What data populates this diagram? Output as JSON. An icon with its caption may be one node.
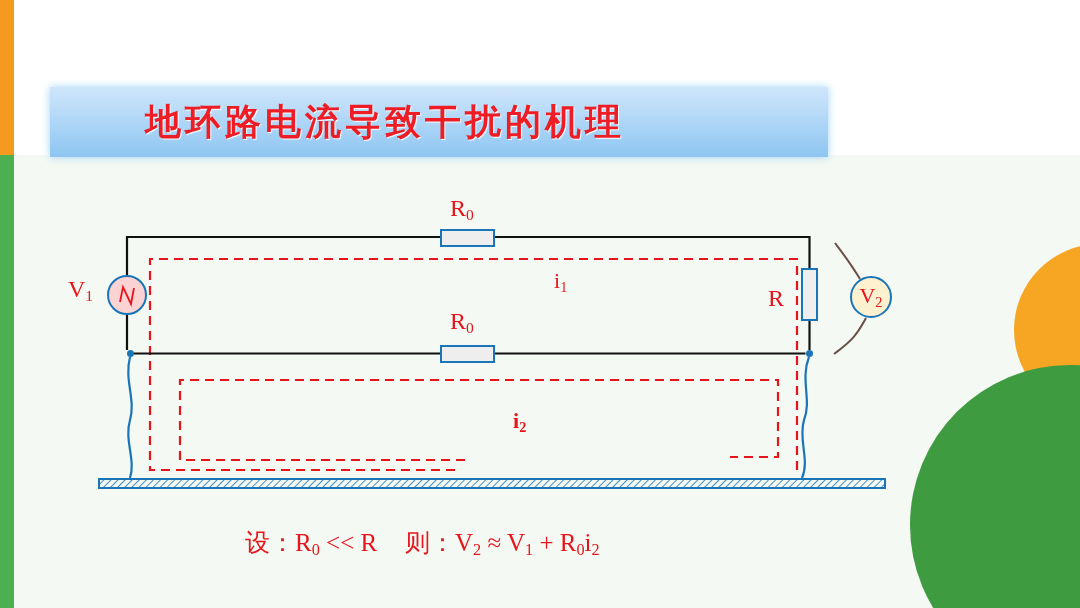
{
  "diagram": {
    "nodes": [
      {
        "text": [
          "地环路电流导致干扰的机理"
        ]
      },
      {
        "text": [],
        "shape": "box",
        "beside": [
          "R$_{0}$"
        ]
      },
      {
        "text": [],
        "shape": "circle",
        "beside": [
          "V$_{1}$"
        ]
      },
      {
        "text": [],
        "shape": "box",
        "beside": [
          "R"
        ]
      },
      {
        "text": [
          "V$_{2}$"
        ]
      },
      {
        "text": [],
        "shape": "box",
        "beside": [
          "R$_{0}$"
        ]
      },
      {
        "text": [],
        "shape": "circle"
      },
      {
        "text": [],
        "shape": "circle"
      },
      {
        "text": [],
        "shape": "bar"
      }
    ],
    "edges": [
      {
        "from": 2,
        "to": 1,
        "arrow": "none"
      },
      {
        "from": 1,
        "to": 3,
        "arrow": "none"
      },
      {
        "from": 3,
        "to": 7,
        "arrow": "none"
      },
      {
        "from": 7,
        "to": 5,
        "arrow": "none"
      },
      {
        "from": 5,
        "to": 6,
        "arrow": "none"
      },
      {
        "from": 6,
        "to": 2,
        "arrow": "none"
      },
      {
        "from": 6,
        "to": 8,
        "arrow": "none",
        "color": "#1a75b8"
      },
      {
        "from": 7,
        "to": 8,
        "arrow": "none",
        "color": "#1a75b8"
      },
      {
        "from": 4,
        "to": null,
        "arrow": "none",
        "color": "#6b5048"
      },
      {
        "from": 4,
        "to": null,
        "arrow": "none",
        "color": "#6b5048"
      }
    ],
    "labels": [
      "i$_{1}$",
      "i$_{2}$",
      "设：R$_{0}$ << R",
      "则：V$_{2}$ ≈ V$_{1}$ + R$_{0}$i$_{2}$"
    ]
  }
}
